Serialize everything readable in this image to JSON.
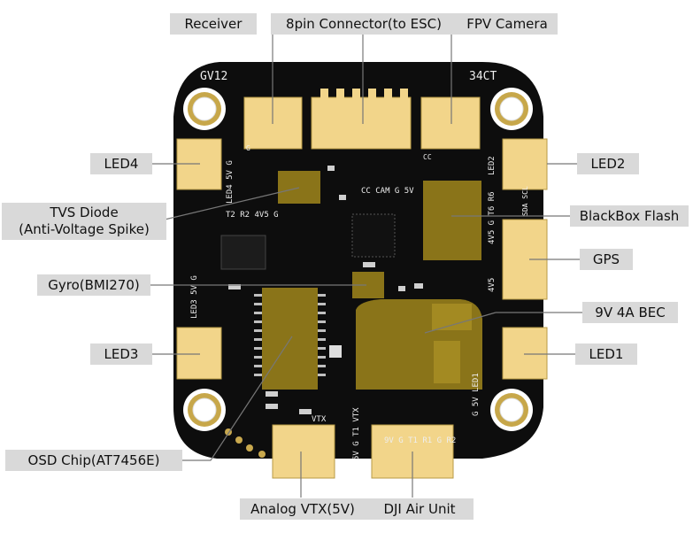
{
  "labels": {
    "receiver": "Receiver",
    "connector8": "8pin Connector(to ESC)",
    "fpv_camera": "FPV Camera",
    "led4": "LED4",
    "led2": "LED2",
    "tvs_line1": "TVS Diode",
    "tvs_line2": "(Anti-Voltage Spike)",
    "blackbox": "BlackBox Flash",
    "gps": "GPS",
    "gyro": "Gyro(BMI270)",
    "bec": "9V 4A BEC",
    "led3": "LED3",
    "led1": "LED1",
    "osd": "OSD Chip(AT7456E)",
    "analog_vtx": "Analog VTX(5V)",
    "dji": "DJI Air Unit"
  },
  "silkscreen": {
    "gv12": "GV12",
    "ct34": "34CT",
    "led4_pins": "LED4 5V G",
    "t2r2": "T2 R2 4V5 G",
    "cc_cam": "CC CAM G 5V",
    "led2_pins": "LED2",
    "gps_pins": "4V5 G T6 R6",
    "sda_scl": "SDA SCL",
    "gps_4v5": "4V5",
    "led3_pins": "LED3 5V G",
    "led1_pins": "G 5V LED1",
    "vtx": "VTX",
    "vtx_pins": "5V G T1 VTX",
    "dji_pins": "9V G T1 R1 G R2",
    "g": "G",
    "cc": "CC"
  },
  "colors": {
    "board": "#0d0d0d",
    "connector": "#f2d58a",
    "chip_gold": "#8a7419",
    "label_bg": "#d9d9d9",
    "leader": "#777777"
  }
}
